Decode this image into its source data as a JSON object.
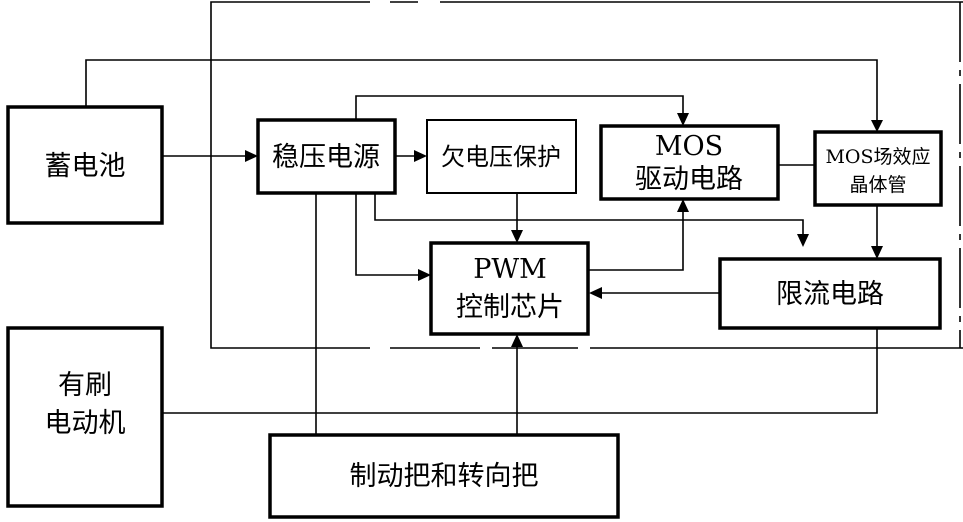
{
  "diagram": {
    "blocks": {
      "battery": {
        "lines": [
          "蓄电池"
        ]
      },
      "motor": {
        "lines": [
          "有刷",
          "电动机"
        ]
      },
      "regulator": {
        "lines": [
          "稳压电源"
        ]
      },
      "undervoltage": {
        "lines": [
          "欠电压保护"
        ]
      },
      "mos_driver": {
        "lines": [
          "MOS",
          "驱动电路"
        ]
      },
      "mosfet": {
        "lines": [
          "MOS场效应",
          "晶体管"
        ]
      },
      "pwm": {
        "lines": [
          "PWM",
          "控制芯片"
        ]
      },
      "current_limit": {
        "lines": [
          "限流电路"
        ]
      },
      "brake_throttle": {
        "lines": [
          "制动把和转向把"
        ]
      }
    }
  }
}
